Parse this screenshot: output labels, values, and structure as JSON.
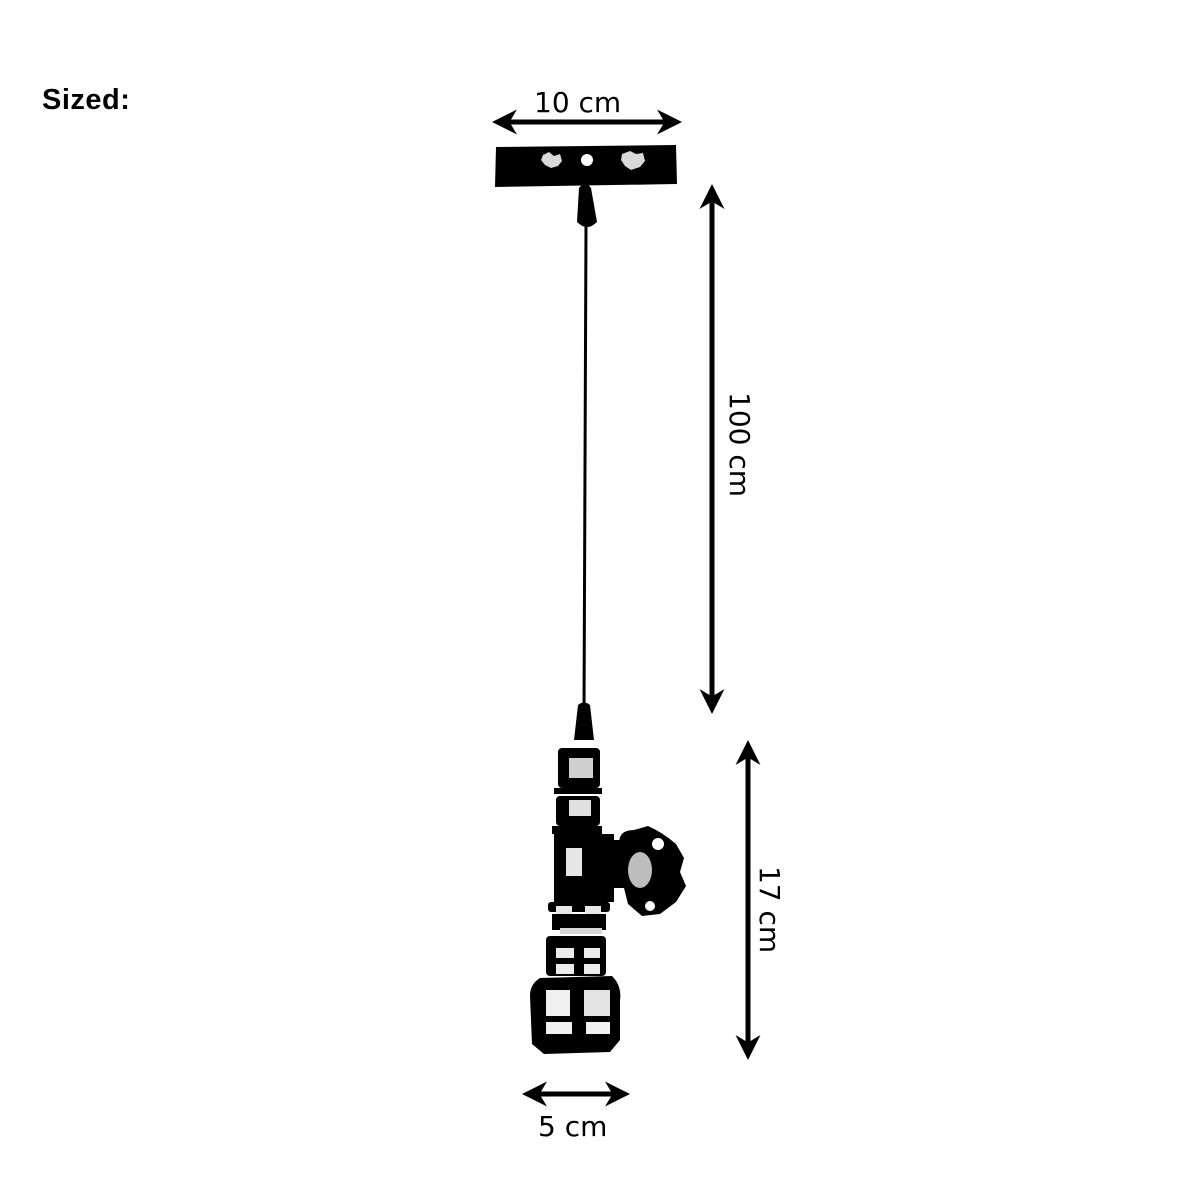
{
  "header": {
    "title": "Sized:"
  },
  "dimensions": {
    "canopy_width": {
      "label": "10 cm",
      "value": 10,
      "unit": "cm",
      "orientation": "horizontal"
    },
    "cable_length": {
      "label": "100 cm",
      "value": 100,
      "unit": "cm",
      "orientation": "vertical"
    },
    "fixture_height": {
      "label": "17 cm",
      "value": 17,
      "unit": "cm",
      "orientation": "vertical"
    },
    "fixture_width": {
      "label": "5 cm",
      "value": 5,
      "unit": "cm",
      "orientation": "horizontal"
    }
  },
  "drawing": {
    "subject": "industrial pipe pendant lamp with valve wheel",
    "parts": [
      "ceiling-canopy",
      "cable-grip",
      "cable",
      "lamp-holder",
      "pipe-tee-fitting",
      "valve-wheel",
      "pipe-socket"
    ],
    "colors": {
      "ink": "#000000",
      "background": "#ffffff"
    }
  }
}
